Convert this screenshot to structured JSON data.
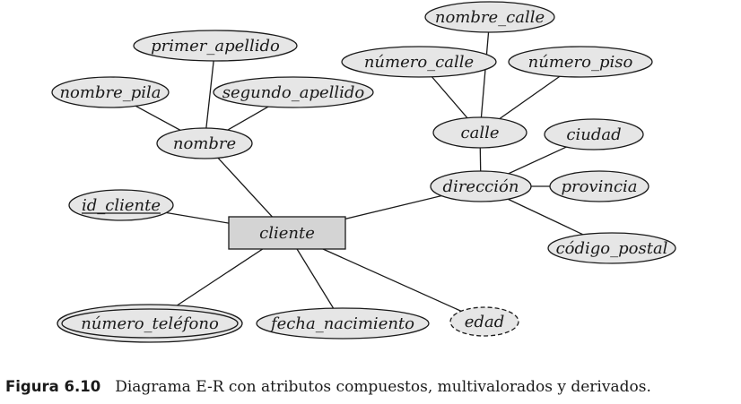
{
  "entity": {
    "id": "cliente",
    "label": "cliente"
  },
  "attributes": [
    {
      "id": "nombre_calle",
      "label": "nombre_calle",
      "kind": "simple"
    },
    {
      "id": "primer_apellido",
      "label": "primer_apellido",
      "kind": "simple"
    },
    {
      "id": "numero_calle",
      "label": "número_calle",
      "kind": "simple"
    },
    {
      "id": "numero_piso",
      "label": "número_piso",
      "kind": "simple"
    },
    {
      "id": "nombre_pila",
      "label": "nombre_pila",
      "kind": "simple"
    },
    {
      "id": "segundo_apellido",
      "label": "segundo_apellido",
      "kind": "simple"
    },
    {
      "id": "calle",
      "label": "calle",
      "kind": "composite"
    },
    {
      "id": "ciudad",
      "label": "ciudad",
      "kind": "simple"
    },
    {
      "id": "nombre",
      "label": "nombre",
      "kind": "composite"
    },
    {
      "id": "direccion",
      "label": "dirección",
      "kind": "composite"
    },
    {
      "id": "provincia",
      "label": "provincia",
      "kind": "simple"
    },
    {
      "id": "id_cliente",
      "label": "id_cliente",
      "kind": "key"
    },
    {
      "id": "codigo_postal",
      "label": "código_postal",
      "kind": "simple"
    },
    {
      "id": "numero_telefono",
      "label": "número_teléfono",
      "kind": "multivalued"
    },
    {
      "id": "fecha_nacimiento",
      "label": "fecha_nacimiento",
      "kind": "simple"
    },
    {
      "id": "edad",
      "label": "edad",
      "kind": "derived"
    }
  ],
  "edges": [
    [
      "nombre",
      "primer_apellido"
    ],
    [
      "nombre",
      "nombre_pila"
    ],
    [
      "nombre",
      "segundo_apellido"
    ],
    [
      "calle",
      "nombre_calle"
    ],
    [
      "calle",
      "numero_calle"
    ],
    [
      "calle",
      "numero_piso"
    ],
    [
      "direccion",
      "calle"
    ],
    [
      "direccion",
      "ciudad"
    ],
    [
      "direccion",
      "provincia"
    ],
    [
      "direccion",
      "codigo_postal"
    ],
    [
      "cliente",
      "nombre"
    ],
    [
      "cliente",
      "id_cliente"
    ],
    [
      "cliente",
      "direccion"
    ],
    [
      "cliente",
      "numero_telefono"
    ],
    [
      "cliente",
      "fecha_nacimiento"
    ],
    [
      "cliente",
      "edad"
    ]
  ],
  "caption": {
    "label": "Figura 6.10",
    "text": "Diagrama E-R con atributos compuestos, multivalorados y derivados."
  }
}
